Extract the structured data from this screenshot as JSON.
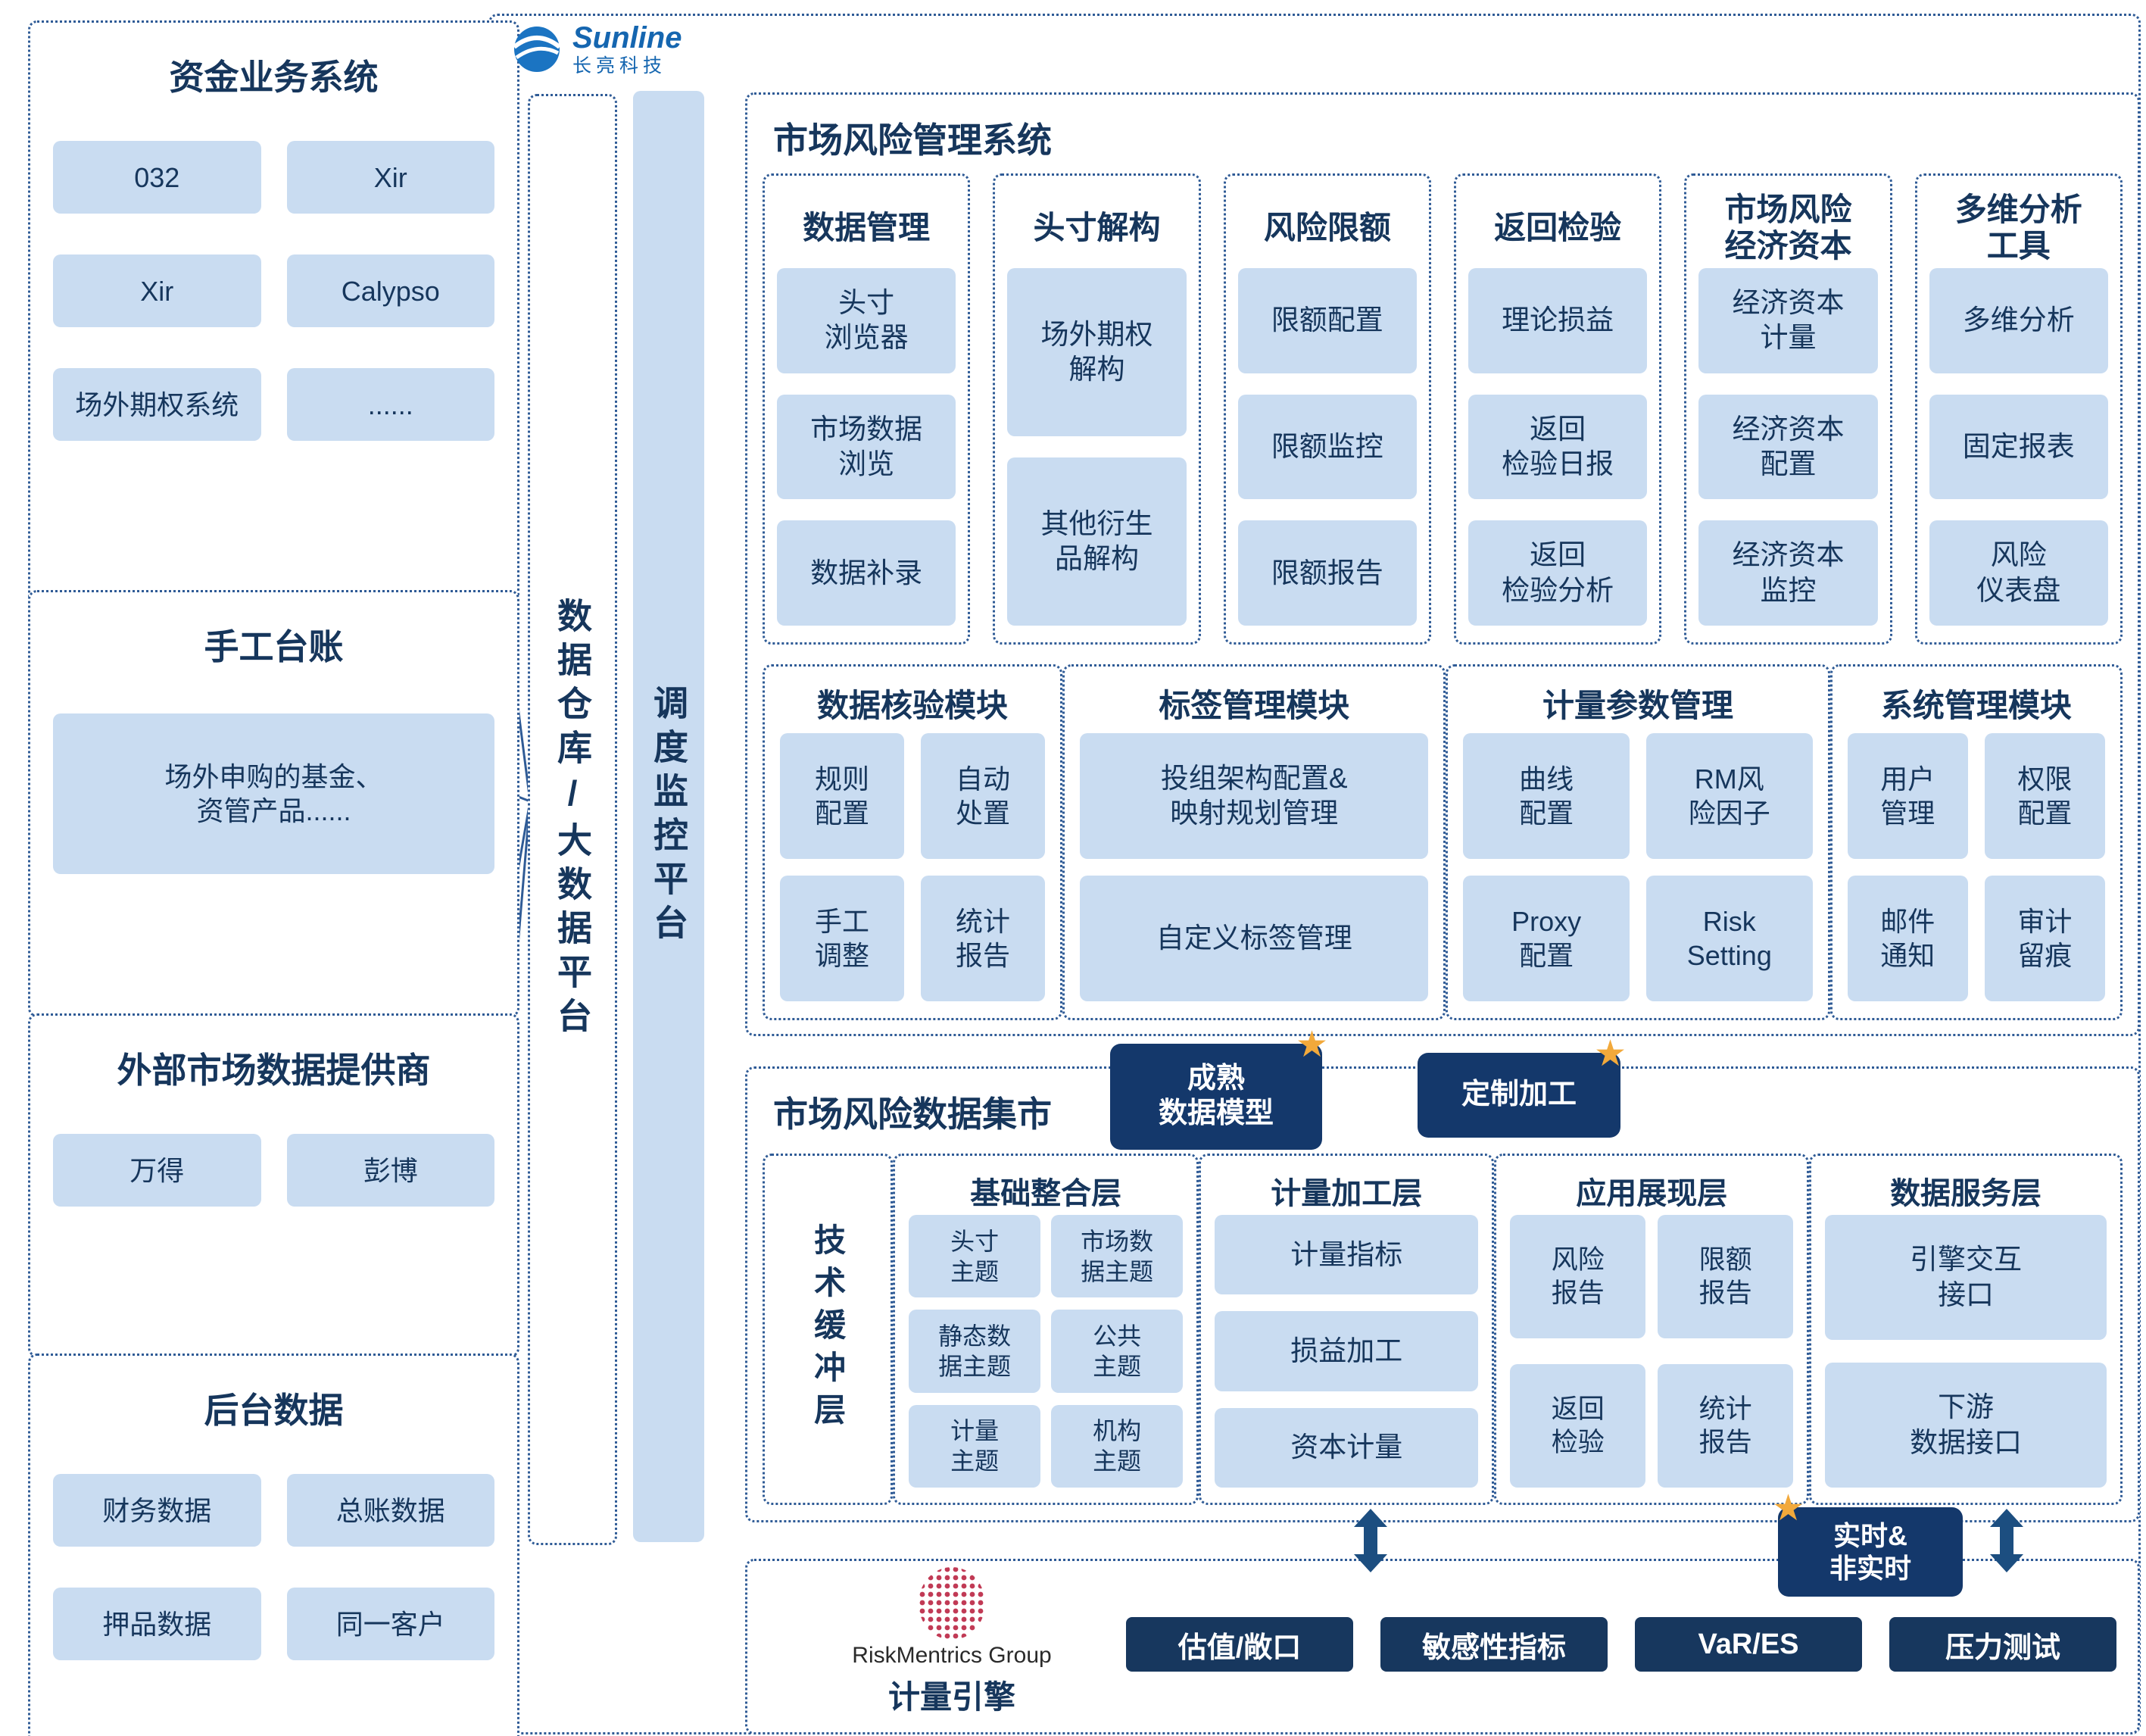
{
  "logo": {
    "brand": "Sunline",
    "brand_cn": "长亮科技"
  },
  "left_panels": {
    "funding": {
      "title": "资金业务系统",
      "items": [
        "032",
        "Xir",
        "Xir",
        "Calypso",
        "场外期权系统",
        "......"
      ]
    },
    "manual": {
      "title": "手工台账",
      "item": "场外申购的基金、\n资管产品......"
    },
    "external": {
      "title": "外部市场数据提供商",
      "items": [
        "万得",
        "彭博"
      ]
    },
    "backoffice": {
      "title": "后台数据",
      "items": [
        "财务数据",
        "总账数据",
        "押品数据",
        "同一客户"
      ]
    }
  },
  "platform": {
    "warehouse": "数据仓库/大数据平台",
    "scheduler": "调度监控平台"
  },
  "mrm": {
    "title": "市场风险管理系统",
    "row1": [
      {
        "title": "数据管理",
        "items": [
          "头寸\n浏览器",
          "市场数据\n浏览",
          "数据补录"
        ]
      },
      {
        "title": "头寸解构",
        "items": [
          "场外期权\n解构",
          "其他衍生\n品解构"
        ]
      },
      {
        "title": "风险限额",
        "items": [
          "限额配置",
          "限额监控",
          "限额报告"
        ]
      },
      {
        "title": "返回检验",
        "items": [
          "理论损益",
          "返回\n检验日报",
          "返回\n检验分析"
        ]
      },
      {
        "title": "市场风险\n经济资本",
        "items": [
          "经济资本\n计量",
          "经济资本\n配置",
          "经济资本\n监控"
        ]
      },
      {
        "title": "多维分析\n工具",
        "items": [
          "多维分析",
          "固定报表",
          "风险\n仪表盘"
        ]
      }
    ],
    "row2": [
      {
        "title": "数据核验模块",
        "items": [
          "规则\n配置",
          "自动\n处置",
          "手工\n调整",
          "统计\n报告"
        ]
      },
      {
        "title": "标签管理模块",
        "items": [
          "投组架构配置&\n映射规划管理",
          "自定义标签管理"
        ]
      },
      {
        "title": "计量参数管理",
        "items": [
          "曲线\n配置",
          "RM风\n险因子",
          "Proxy\n配置",
          "Risk\nSetting"
        ]
      },
      {
        "title": "系统管理模块",
        "items": [
          "用户\n管理",
          "权限\n配置",
          "邮件\n通知",
          "审计\n留痕"
        ]
      }
    ]
  },
  "datamart": {
    "title": "市场风险数据集市",
    "badges": {
      "mature": "成熟\n数据模型",
      "custom": "定制加工",
      "realtime": "实时&\n非实时"
    },
    "buffer": "技术缓冲层",
    "layers": [
      {
        "title": "基础整合层",
        "items": [
          "头寸\n主题",
          "市场数\n据主题",
          "静态数\n据主题",
          "公共\n主题",
          "计量\n主题",
          "机构\n主题"
        ]
      },
      {
        "title": "计量加工层",
        "items": [
          "计量指标",
          "损益加工",
          "资本计量"
        ]
      },
      {
        "title": "应用展现层",
        "items": [
          "风险\n报告",
          "限额\n报告",
          "返回\n检验",
          "统计\n报告"
        ]
      },
      {
        "title": "数据服务层",
        "items": [
          "引擎交互\n接口",
          "下游\n数据接口"
        ]
      }
    ]
  },
  "engine": {
    "logo_text": "RiskMentrics Group",
    "title": "计量引擎",
    "buttons": [
      "估值/敞口",
      "敏感性指标",
      "VaR/ES",
      "压力测试"
    ]
  },
  "colors": {
    "navy": "#16365C",
    "chip_blue": "#C9DCF1",
    "dark_badge": "#14386B",
    "star_gold": "#F2A93B",
    "logo_red": "#C13A55",
    "brand_blue": "#1566B0"
  }
}
